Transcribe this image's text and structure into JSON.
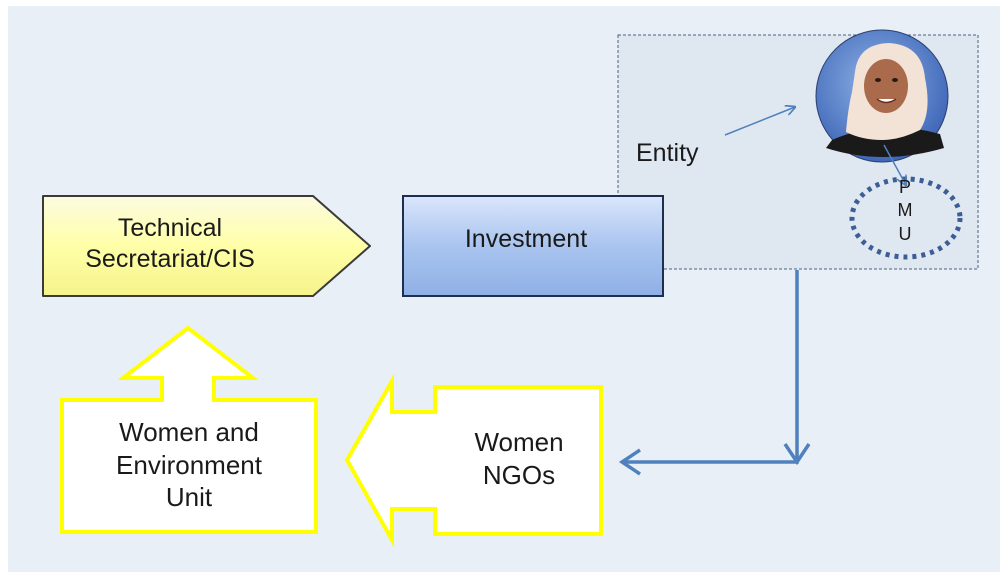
{
  "diagram": {
    "technical_secretariat": {
      "line1": "Technical",
      "line2": "Secretariat/CIS"
    },
    "investment": {
      "label": "Investment"
    },
    "entity": {
      "label": "Entity"
    },
    "pmu": {
      "p": "P",
      "m": "M",
      "u": "U"
    },
    "women_ngos": {
      "line1": "Women",
      "line2": "NGOs"
    },
    "women_env_unit": {
      "line1": "Women and",
      "line2": "Environment",
      "line3": "Unit"
    }
  },
  "colors": {
    "background": "#e9eff7",
    "arrow_blue": "#4f81bd",
    "yellow_outline": "#ffff00",
    "investment_fill": "#a9c4ef",
    "secretariat_fill": "#ffffa8"
  }
}
